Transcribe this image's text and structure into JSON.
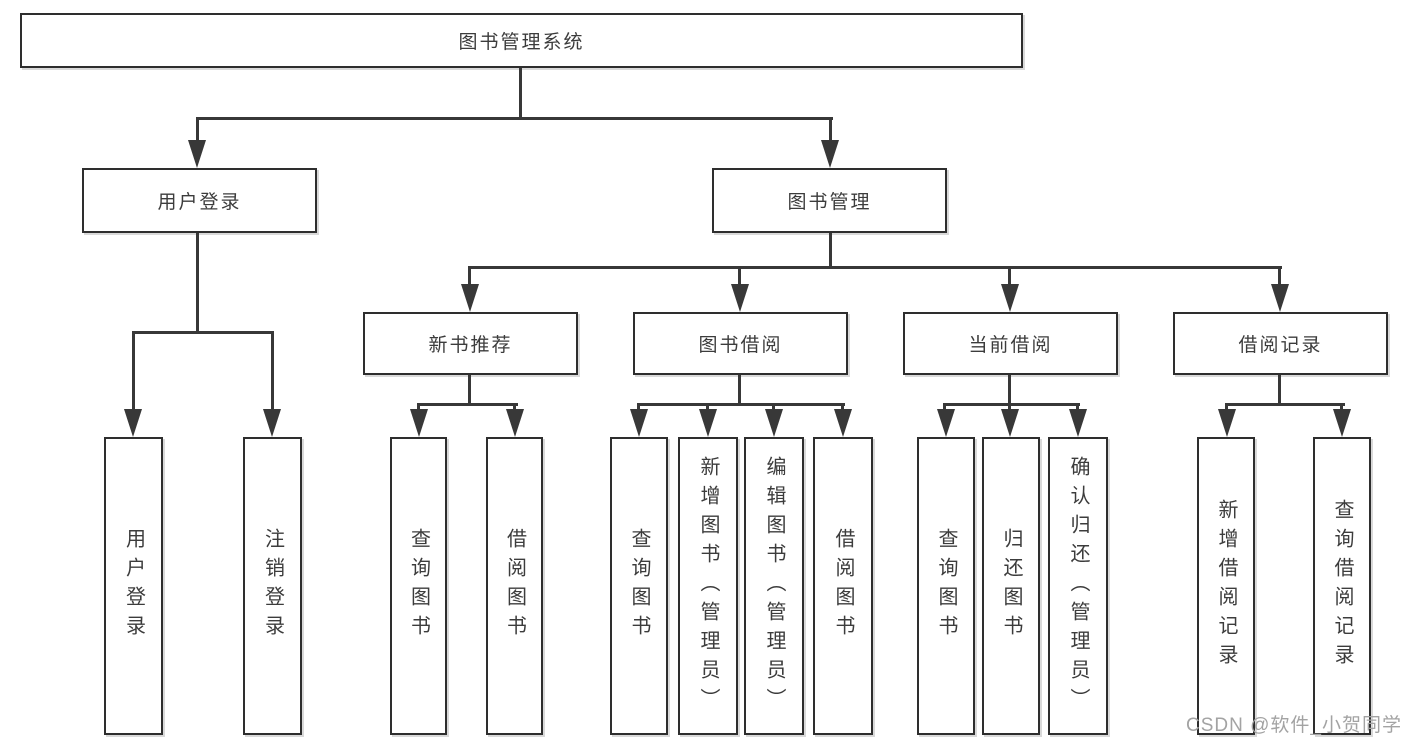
{
  "tree": {
    "root": {
      "label": "图书管理系统"
    },
    "user_login": {
      "label": "用户登录",
      "children": [
        {
          "label": "用户登录"
        },
        {
          "label": "注销登录"
        }
      ]
    },
    "book_management": {
      "label": "图书管理",
      "sections": [
        {
          "label": "新书推荐",
          "children": [
            {
              "label": "查询图书"
            },
            {
              "label": "借阅图书"
            }
          ]
        },
        {
          "label": "图书借阅",
          "children": [
            {
              "label": "查询图书"
            },
            {
              "label": "新增图书（管理员）"
            },
            {
              "label": "编辑图书（管理员）"
            },
            {
              "label": "借阅图书"
            }
          ]
        },
        {
          "label": "当前借阅",
          "children": [
            {
              "label": "查询图书"
            },
            {
              "label": "归还图书"
            },
            {
              "label": "确认归还（管理员）"
            }
          ]
        },
        {
          "label": "借阅记录",
          "children": [
            {
              "label": "新增借阅记录"
            },
            {
              "label": "查询借阅记录"
            }
          ]
        }
      ]
    }
  },
  "watermark": {
    "text": "CSDN @软件_小贺同学"
  },
  "colors": {
    "line": "#383838",
    "box_border": "#2e2e2e",
    "box_fill": "#ffffff",
    "text": "#3c3c3c",
    "watermark": "#a3a3a3",
    "background": "#ffffff"
  }
}
